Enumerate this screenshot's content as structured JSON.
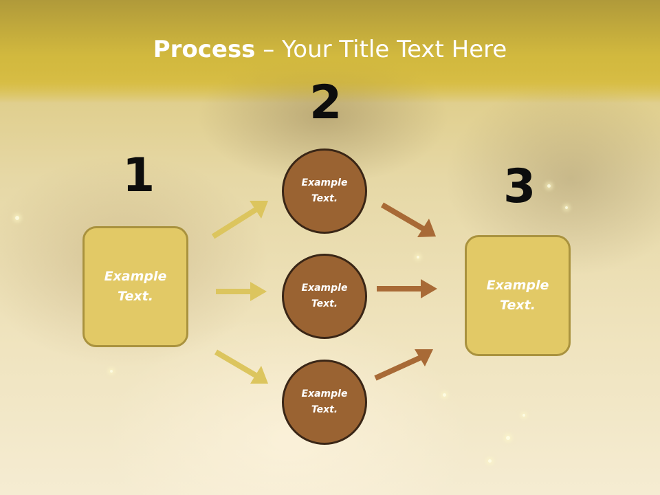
{
  "title": {
    "bold": "Process",
    "rest": " – Your Title Text Here"
  },
  "steps": [
    {
      "number": "1",
      "label": "Example\nText."
    },
    {
      "number": "2",
      "label": "Example\nText."
    },
    {
      "number": "3",
      "label": "Example\nText."
    }
  ],
  "middle": [
    {
      "label": "Example\nText."
    },
    {
      "label": "Example\nText."
    },
    {
      "label": "Example\nText."
    }
  ],
  "colors": {
    "box_fill": "#e2c966",
    "circle_fill": "#9a6332",
    "left_arrow": "#dcc55e",
    "right_arrow": "#a86a36"
  }
}
